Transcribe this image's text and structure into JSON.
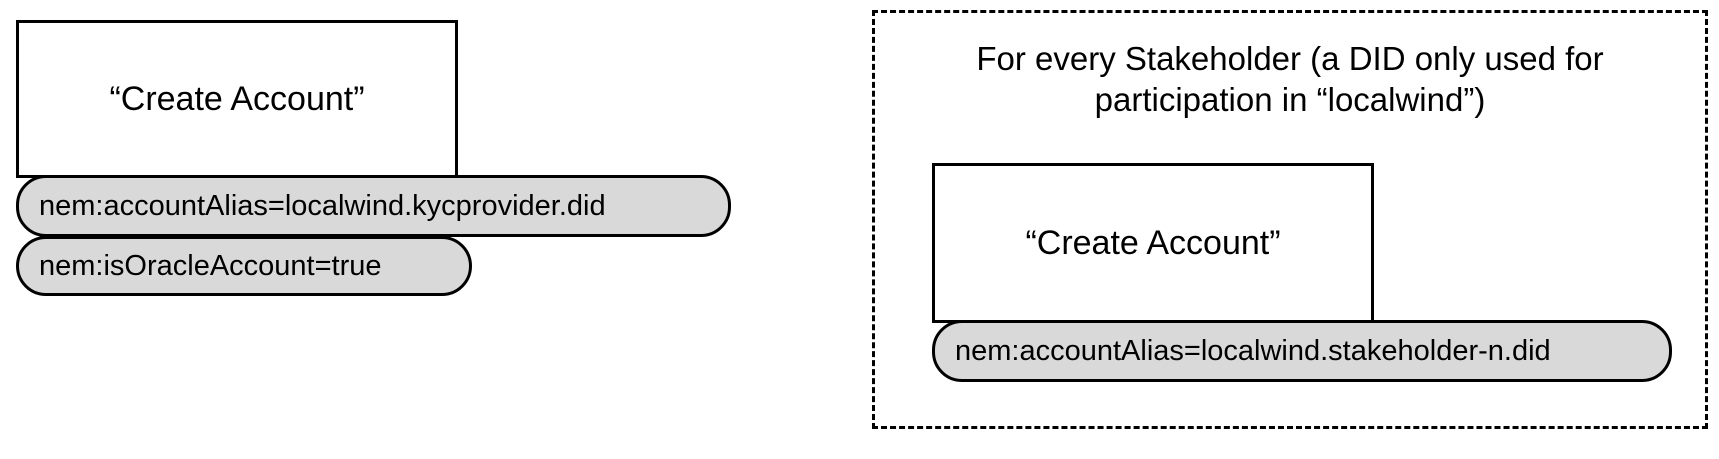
{
  "left_block": {
    "action_label": "“Create Account”",
    "properties": [
      "nem:accountAlias=localwind.kycprovider.did",
      "nem:isOracleAccount=true"
    ]
  },
  "right_group": {
    "title_line1": "For every Stakeholder (a DID only used for",
    "title_line2": "participation in “localwind”)",
    "action_label": "“Create Account”",
    "properties": [
      "nem:accountAlias=localwind.stakeholder-n.did"
    ]
  },
  "colors": {
    "pill_fill": "#d9d9d9",
    "stroke": "#000000",
    "background": "#ffffff"
  }
}
